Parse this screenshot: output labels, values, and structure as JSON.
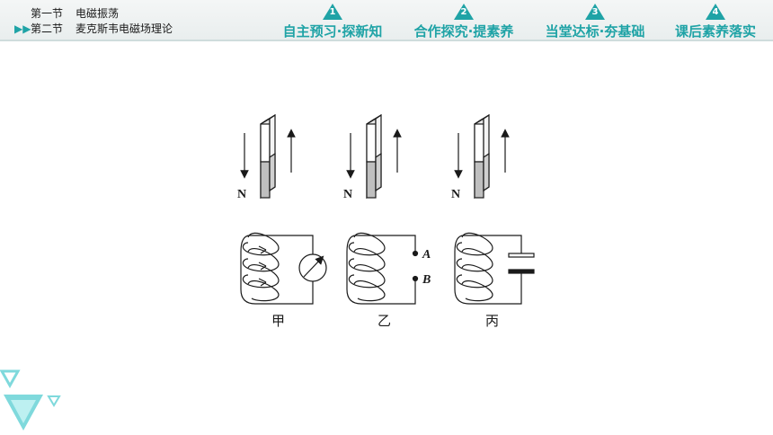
{
  "breadcrumb": {
    "items": [
      {
        "section": "第一节",
        "title": "电磁振荡",
        "current": false
      },
      {
        "section": "第二节",
        "title": "麦克斯韦电磁场理论",
        "current": true
      }
    ]
  },
  "nav": {
    "tabs": [
      {
        "number": "1",
        "label": "自主预习·探新知"
      },
      {
        "number": "2",
        "label": "合作探究·提素养"
      },
      {
        "number": "3",
        "label": "当堂达标·夯基础"
      },
      {
        "number": "4",
        "label": "课后素养落实"
      }
    ]
  },
  "figure": {
    "pole_label": "N",
    "point_a": "A",
    "point_b": "B",
    "circuits": [
      {
        "caption": "甲",
        "element": "galvanometer"
      },
      {
        "caption": "乙",
        "element": "open-terminals"
      },
      {
        "caption": "丙",
        "element": "capacitor"
      }
    ]
  },
  "colors": {
    "accent": "#1fa3a6",
    "header_bg": "#eef2f2",
    "triangle": "#7fd9dc"
  }
}
